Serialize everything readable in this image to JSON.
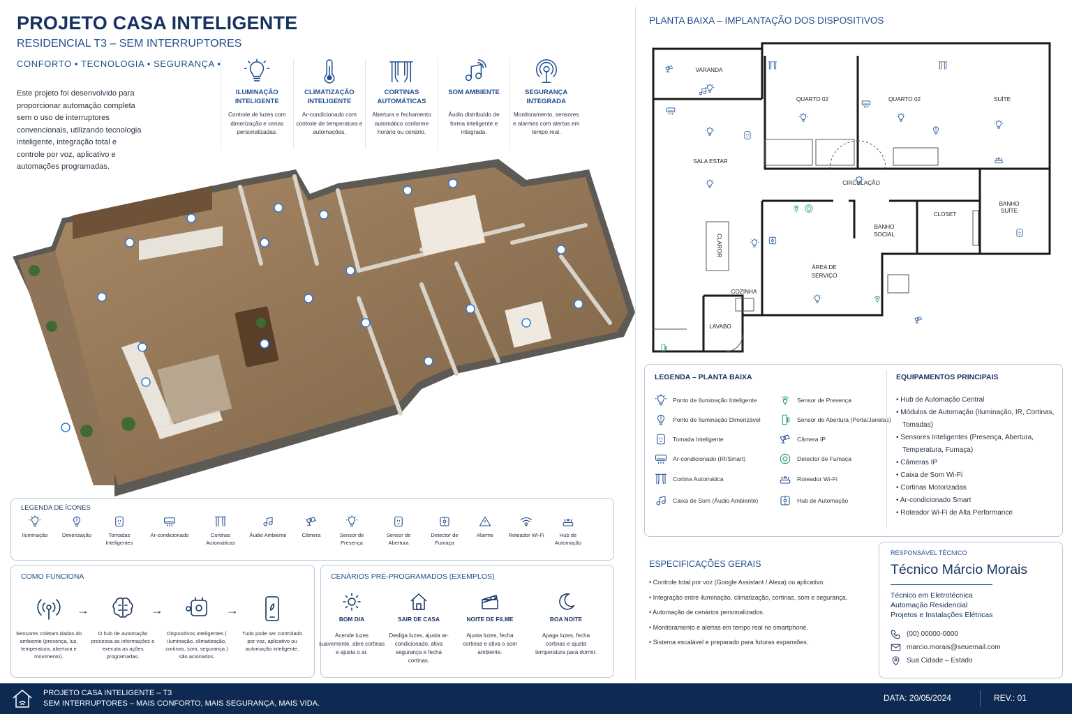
{
  "header": {
    "title": "PROJETO CASA INTELIGENTE",
    "subtitle": "RESIDENCIAL T3 – SEM INTERRUPTORES",
    "tagline": "CONFORTO  •  TECNOLOGIA  •  SEGURANÇA  •  E",
    "intro": "Este projeto foi desenvolvido para proporcionar automação completa sem o uso de interruptores convencionais, utilizando tecnologia inteligente, integração total e controle por voz, aplicativo e automações programadas."
  },
  "features": [
    {
      "icon": "bulb-icon",
      "title": "ILUMINAÇÃO INTELIGENTE",
      "desc": "Controle de luzes com dimerização e cenas personalizadas."
    },
    {
      "icon": "thermometer-icon",
      "title": "CLIMATIZAÇÃO INTELIGENTE",
      "desc": "Ar-condicionado com controle de temperatura e automações."
    },
    {
      "icon": "curtain-icon",
      "title": "CORTINAS AUTOMÁTICAS",
      "desc": "Abertura e fechamento automático conforme horário ou cenário."
    },
    {
      "icon": "music-icon",
      "title": "SOM AMBIENTE",
      "desc": "Áudio distribuído de forma inteligente e integrada."
    },
    {
      "icon": "security-sensor-icon",
      "title": "SEGURANÇA INTEGRADA",
      "desc": "Monitoramento, sensores e alarmes com alertas em tempo real."
    }
  ],
  "plan": {
    "title": "PLANTA BAIXA – IMPLANTAÇÃO DOS DISPOSITIVOS",
    "rooms": {
      "varanda": "VARANDA",
      "quarto_a": "QUARTO 02",
      "quarto_b": "QUARTO 02",
      "suite": "SUÍTE",
      "sala": "SALA ESTAR",
      "circulacao": "CIRCULAÇÃO",
      "banho_suite_1": "BANHO",
      "banho_suite_2": "SUÍTE",
      "closet": "CLOSET",
      "banho_social_1": "BANHO",
      "banho_social_2": "SOCIAL",
      "area_1": "ÁREA DE",
      "area_2": "SERVIÇO",
      "cozinha": "COZINHA",
      "lavabo": "LAVABO",
      "table_mark": "CLAROR"
    }
  },
  "legend_plan": {
    "title": "LEGENDA – PLANTA BAIXA",
    "left": [
      {
        "icon": "bulb-icon",
        "label": "Ponto de Iluminação Inteligente"
      },
      {
        "icon": "dimmer-bulb-icon",
        "label": "Ponto de Iluminação Dimerizável"
      },
      {
        "icon": "outlet-icon",
        "label": "Tomada Inteligente"
      },
      {
        "icon": "ac-icon",
        "label": "Ar-condicionado (IR/Smart)"
      },
      {
        "icon": "curtain-icon",
        "label": "Cortina Automática"
      },
      {
        "icon": "speaker-icon",
        "label": "Caixa de Som (Áudio Ambiente)"
      }
    ],
    "right": [
      {
        "icon": "presence-sensor-icon",
        "label": "Sensor de Presença"
      },
      {
        "icon": "door-sensor-icon",
        "label": "Sensor de Abertura (Porta/Janelas)"
      },
      {
        "icon": "camera-icon",
        "label": "Câmera IP"
      },
      {
        "icon": "smoke-detector-icon",
        "label": "Detector de Fumaça"
      },
      {
        "icon": "router-icon",
        "label": "Roteador Wi-Fi"
      },
      {
        "icon": "hub-icon",
        "label": "Hub de Automação"
      }
    ]
  },
  "equipment": {
    "title": "EQUIPAMENTOS PRINCIPAIS",
    "items": [
      "Hub de Automação Central",
      "Módulos de Automação (Iluminação, IR, Cortinas, Tomadas)",
      "Sensores Inteligentes (Presença, Abertura, Temperatura, Fumaça)",
      "Câmeras IP",
      "Caixa de Som Wi-Fi",
      "Cortinas Motorizadas",
      "Ar-condicionado Smart",
      "Roteador Wi-Fi de Alta Performance"
    ]
  },
  "specs": {
    "title": "ESPECIFICAÇÕES GERAIS",
    "items": [
      "• Controle total por voz (Google Assistant / Alexa) ou aplicativo.",
      "• Integração entre iluminação, climatização, cortinas, som e segurança.",
      "• Automação de cenários personalizados.",
      "• Monitoramento e alertas em tempo real no smartphone.",
      "• Sistema escalável e preparado para futuras expansões."
    ]
  },
  "responsible": {
    "label": "RESPONSÁVEL TÉCNICO",
    "name": "Técnico Márcio Morais",
    "roles": [
      "Técnico em Eletrotécnica",
      "Automação Residencial",
      "Projetos e Instalações Elétricas"
    ],
    "phone": "(00) 00000-0000",
    "email": "marcio.morais@seuemail.com",
    "location": "Sua Cidade – Estado"
  },
  "legend_icons": {
    "title": "LEGENDA DE ÍCONES",
    "items": [
      {
        "icon": "bulb-icon",
        "label": "Iluminação"
      },
      {
        "icon": "dimmer-bulb-icon",
        "label": "Dimerização"
      },
      {
        "icon": "outlet-icon",
        "label": "Tomadas Inteligentes"
      },
      {
        "icon": "ac-icon",
        "label": "Ar-condicionado"
      },
      {
        "icon": "curtain-icon",
        "label": "Cortinas Automáticas"
      },
      {
        "icon": "speaker-icon",
        "label": "Áudio Ambiente"
      },
      {
        "icon": "camera-icon",
        "label": "Câmera"
      },
      {
        "icon": "presence-sensor-icon",
        "label": "Sensor de Presença"
      },
      {
        "icon": "door-sensor-icon",
        "label": "Sensor de Abertura"
      },
      {
        "icon": "smoke-detector-icon",
        "label": "Detector de Fumaça"
      },
      {
        "icon": "alarm-icon",
        "label": "Alarme"
      },
      {
        "icon": "wifi-icon",
        "label": "Roteador Wi-Fi"
      },
      {
        "icon": "hub-icon",
        "label": "Hub de Automação"
      }
    ]
  },
  "how": {
    "title": "COMO FUNCIONA",
    "steps": [
      {
        "icon": "sensor-waves-icon",
        "label": "Sensores coletam dados do ambiente (presença, luz, temperatura, abertura e movimento)."
      },
      {
        "icon": "brain-icon",
        "label": "O hub de automação processa as informações e executa as ações programadas."
      },
      {
        "icon": "devices-icon",
        "label": "Dispositivos inteligentes ( iluminação, climatização, cortinas, som, segurança ) são acionados."
      },
      {
        "icon": "smartphone-icon",
        "label": "Tudo pode ser controlado por voz, aplicativo ou automação inteligente."
      }
    ],
    "arrow": "→"
  },
  "scenarios": {
    "title": "CENÁRIOS PRÉ-PROGRAMADOS (EXEMPLOS)",
    "items": [
      {
        "icon": "sun-icon",
        "name": "BOM DIA",
        "desc": "Acende luzes suavemente, abre cortinas e ajusta o ar."
      },
      {
        "icon": "house-icon",
        "name": "SAIR DE CASA",
        "desc": "Desliga luzes, ajusta ar-condicionado, ativa segurança e fecha cortinas."
      },
      {
        "icon": "clapper-icon",
        "name": "NOITE DE FILME",
        "desc": "Ajusta luzes, fecha cortinas e ativa o som ambiente."
      },
      {
        "icon": "moon-icon",
        "name": "BOA NOITE",
        "desc": "Apaga luzes, fecha cortinas e ajusta temperatura para dormir."
      }
    ]
  },
  "footer": {
    "line1": "PROJETO CASA INTELIGENTE – T3",
    "line2": "SEM INTERRUPTORES – MAIS CONFORTO, MAIS SEGURANÇA, MAIS VIDA.",
    "date": "DATA: 20/05/2024",
    "rev": "REV.: 01"
  },
  "colors": {
    "navy": "#16325f",
    "accent": "#1f5fbf",
    "footer": "#0f2a52",
    "wood": "#8a6a48"
  }
}
